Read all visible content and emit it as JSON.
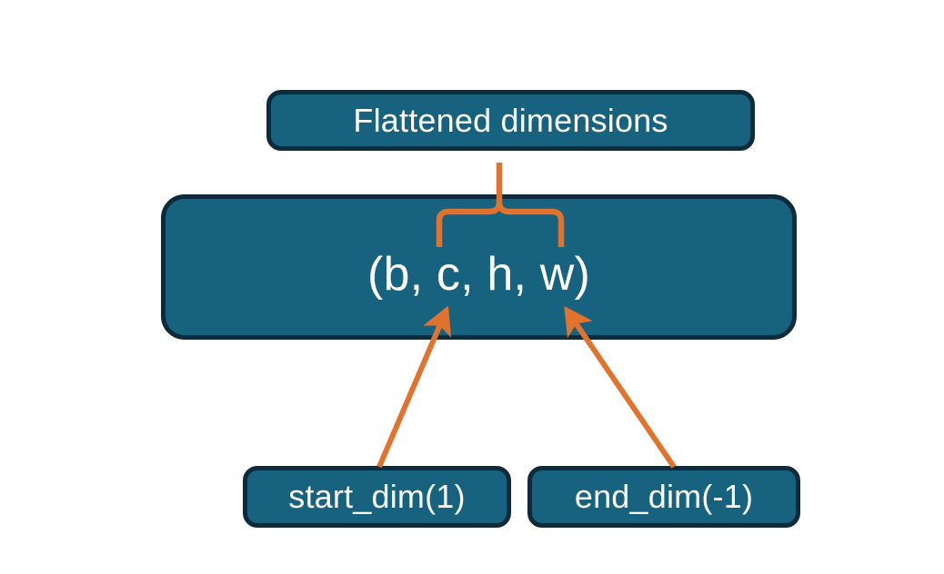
{
  "diagram": {
    "title_node": {
      "label": "Flattened dimensions",
      "name": "flattened-dimensions-box"
    },
    "shape_node": {
      "label": "(b, c, h, w)",
      "name": "tensor-shape-box",
      "dims": [
        "b",
        "c",
        "h",
        "w"
      ]
    },
    "param_nodes": [
      {
        "label": "start_dim(1)",
        "name": "start-dim-box",
        "value": 1
      },
      {
        "label": "end_dim(-1)",
        "name": "end-dim-box",
        "value": -1
      }
    ],
    "colors": {
      "node_fill": "#17637f",
      "node_border": "#0d2b3a",
      "node_text": "#ffffff",
      "connector": "#e2732e",
      "background": "#ffffff"
    },
    "connectors": {
      "brace": {
        "name": "flattened-range-brace",
        "spans_dims": [
          "c",
          "h",
          "w"
        ],
        "points_to": "Flattened dimensions"
      },
      "arrows": [
        {
          "name": "start-dim-arrow",
          "from": "start_dim(1)",
          "to": "c"
        },
        {
          "name": "end-dim-arrow",
          "from": "end_dim(-1)",
          "to": "w"
        }
      ]
    }
  }
}
